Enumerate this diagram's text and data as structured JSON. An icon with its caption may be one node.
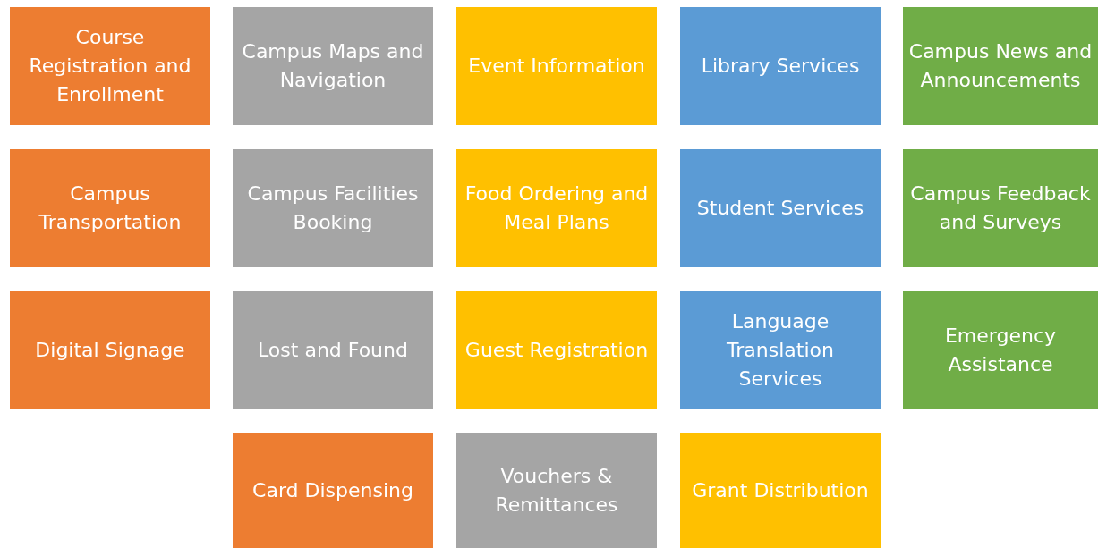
{
  "diagram": {
    "nodes": [
      {
        "text": [
          "Course Registration and Enrollment"
        ]
      },
      {
        "text": [
          "Campus Maps and Navigation"
        ]
      },
      {
        "text": [
          "Event Information"
        ]
      },
      {
        "text": [
          "Library Services"
        ]
      },
      {
        "text": [
          "Campus News and Announcements"
        ]
      },
      {
        "text": [
          "Campus Transportation"
        ]
      },
      {
        "text": [
          "Campus Facilities Booking"
        ]
      },
      {
        "text": [
          "Food Ordering and Meal Plans"
        ]
      },
      {
        "text": [
          "Student Services"
        ]
      },
      {
        "text": [
          "Campus Feedback and Surveys"
        ]
      },
      {
        "text": [
          "Digital Signage"
        ]
      },
      {
        "text": [
          "Lost and Found"
        ]
      },
      {
        "text": [
          "Guest Registration"
        ]
      },
      {
        "text": [
          "Language Translation Services"
        ]
      },
      {
        "text": [
          "Emergency Assistance"
        ]
      },
      {
        "text": [
          "Card Dispensing"
        ]
      },
      {
        "text": [
          "Vouchers & Remittances"
        ]
      },
      {
        "text": [
          "Grant Distribution"
        ]
      }
    ]
  }
}
